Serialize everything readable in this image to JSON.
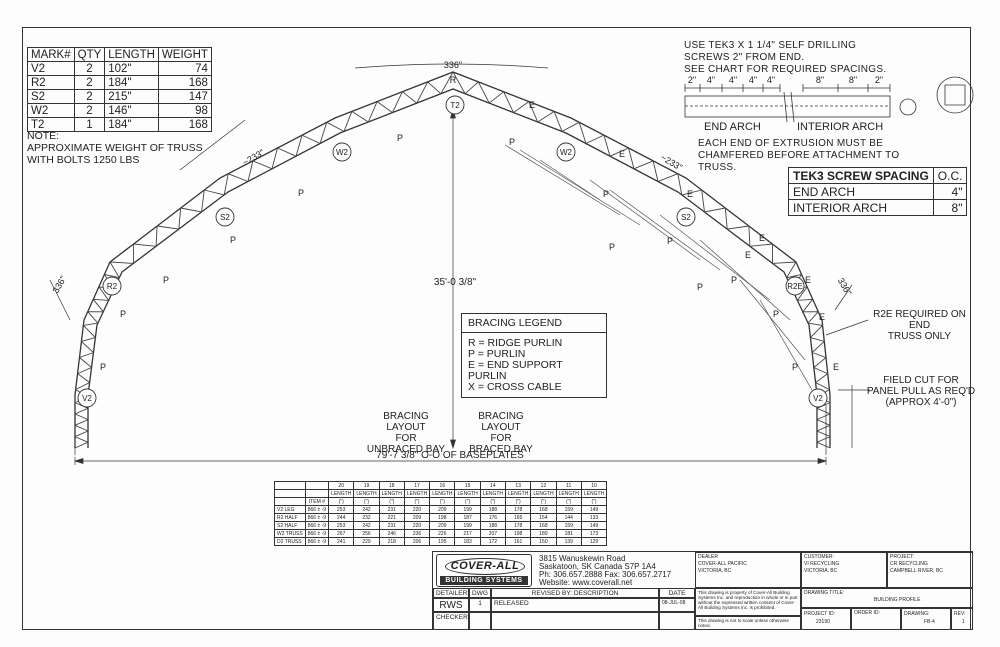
{
  "mark_table": {
    "headers": [
      "MARK#",
      "QTY",
      "LENGTH",
      "WEIGHT"
    ],
    "rows": [
      [
        "V2",
        "2",
        "102\"",
        "74"
      ],
      [
        "R2",
        "2",
        "184\"",
        "168"
      ],
      [
        "S2",
        "2",
        "215\"",
        "147"
      ],
      [
        "W2",
        "2",
        "146\"",
        "98"
      ],
      [
        "T2",
        "1",
        "184\"",
        "168"
      ]
    ]
  },
  "note": {
    "title": "NOTE:",
    "line1": "APPROXIMATE WEIGHT OF TRUSS",
    "line2": "WITH BOLTS 1250 LBS"
  },
  "tek_note": {
    "line1": "USE TEK3 X 1 1/4\" SELF DRILLING",
    "line2": "SCREWS 2\" FROM END.",
    "line3": "SEE CHART FOR REQUIRED SPACINGS."
  },
  "spacing_dims": {
    "end": [
      "2\"",
      "4\"",
      "4\"",
      "4\"",
      "4\""
    ],
    "interior": [
      "8\"",
      "8\"",
      "2\""
    ]
  },
  "arch_labels": {
    "end": "END ARCH",
    "interior": "INTERIOR ARCH"
  },
  "chamfer_note": {
    "line1": "EACH END OF EXTRUSION MUST BE",
    "line2": "CHAMFERED BEFORE ATTACHMENT TO",
    "line3": "TRUSS."
  },
  "tek_table": {
    "title": "TEK3 SCREW SPACING",
    "oc": "O.C.",
    "rows": [
      [
        "END ARCH",
        "4\""
      ],
      [
        "INTERIOR ARCH",
        "8\""
      ]
    ]
  },
  "truss": {
    "top_length": "336\"",
    "left_length": "336\"",
    "right_length": "336\"",
    "left_slope": "~233\"",
    "right_slope": "~233\"",
    "height": "35'-0 3/8\"",
    "span": "79'-7 3/8\" O-O OF BASEPLATES",
    "ridge_label": "R",
    "purlin_label": "P",
    "end_label": "E",
    "sections": {
      "t2": "T2",
      "w2_left": "W2",
      "w2_right": "W2",
      "s2_left": "S2",
      "s2_right": "S2",
      "r2_left": "R2",
      "r2e_right": "R2E",
      "v2_left": "V2",
      "v2_right": "V2"
    }
  },
  "legend": {
    "title": "BRACING LEGEND",
    "items": [
      "R = RIDGE PURLIN",
      "P = PURLIN",
      "E = END SUPPORT PURLIN",
      "X = CROSS CABLE"
    ]
  },
  "bracing_unbraced": {
    "line1": "BRACING LAYOUT",
    "line2": "FOR",
    "line3": "UNBRACED BAY"
  },
  "bracing_braced": {
    "line1": "BRACING LAYOUT",
    "line2": "FOR",
    "line3": "BRACED BAY"
  },
  "r2e_note": {
    "line1": "R2E REQUIRED ON END",
    "line2": "TRUSS ONLY"
  },
  "field_cut_note": {
    "line1": "FIELD CUT FOR",
    "line2": "PANEL PULL AS REQ'D",
    "line3": "(APPROX 4'-0\")"
  },
  "length_table": {
    "item_header": "ITEM #",
    "columns": [
      "20",
      "19",
      "18",
      "17",
      "16",
      "15",
      "14",
      "13",
      "12",
      "11",
      "10"
    ],
    "sub_header": "LENGTH",
    "unit_header": "(\")",
    "rows": [
      {
        "name": "V2 LEG",
        "item": "866 ± -9",
        "values": [
          "253",
          "242",
          "231",
          "220",
          "209",
          "199",
          "188",
          "178",
          "168",
          "159",
          "149"
        ]
      },
      {
        "name": "R2 HALF",
        "item": "866 ± -9",
        "values": [
          "244",
          "232",
          "221",
          "209",
          "198",
          "187",
          "176",
          "165",
          "154",
          "144",
          "133"
        ]
      },
      {
        "name": "S2 HALF",
        "item": "866 ± -9",
        "values": [
          "253",
          "242",
          "231",
          "220",
          "209",
          "199",
          "188",
          "178",
          "168",
          "159",
          "149"
        ]
      },
      {
        "name": "W2 TRUSS",
        "item": "866 ± -9",
        "values": [
          "267",
          "256",
          "246",
          "236",
          "226",
          "217",
          "207",
          "198",
          "189",
          "181",
          "173"
        ]
      },
      {
        "name": "D2 TRUSS",
        "item": "866 ± -9",
        "values": [
          "241",
          "229",
          "218",
          "206",
          "195",
          "183",
          "172",
          "161",
          "150",
          "139",
          "129"
        ]
      }
    ]
  },
  "title_block": {
    "logo_main": "COVER-ALL",
    "logo_sub": "BUILDING SYSTEMS",
    "address1": "3815 Wanuskewin Road",
    "address2": "Saskatoon, SK Canada S7P 1A4",
    "address3": "Ph: 306.657.2888 Fax: 306.657.2717",
    "website": "Website: www.coverall.net",
    "detailer_label": "DETAILER:",
    "detailer": "RWS",
    "checker_label": "CHECKER:",
    "dwg_rev_label": "DWG REV",
    "revised_label": "REVISED BY: DESCRIPTION",
    "date_label": "DATE",
    "rev_num": "1",
    "rev_desc": "RELEASED",
    "rev_date": "08-JUL-08",
    "dealer_label": "DEALER",
    "dealer1": "COVER-ALL PACIFIC",
    "dealer2": "VICTORIA, BC",
    "property_note": "This drawing is property of Cover-All Building Systems Inc. and reproduction in whole or in part without the expressed written consent of Cover-All Building Systems Inc. is prohibited.",
    "scale_note": "This drawing is not to scale unless otherwise noted.",
    "customer_label": "CUSTOMER:",
    "customer1": "VI RECYCLING",
    "customer2": "VICTORIA, BC",
    "project_label": "PROJECT:",
    "project1": "CR RECYCLING",
    "project2": "CAMPBELL RIVER, BC",
    "drawing_title_label": "DRAWING TITLE:",
    "drawing_title": "BUILDING PROFILE",
    "project_id_label": "PROJECT ID:",
    "project_id": "23190",
    "order_id_label": "ORDER ID:",
    "drawing_label": "DRAWING:",
    "drawing": "FB-4",
    "rev_label": "REV:",
    "rev": "1"
  }
}
